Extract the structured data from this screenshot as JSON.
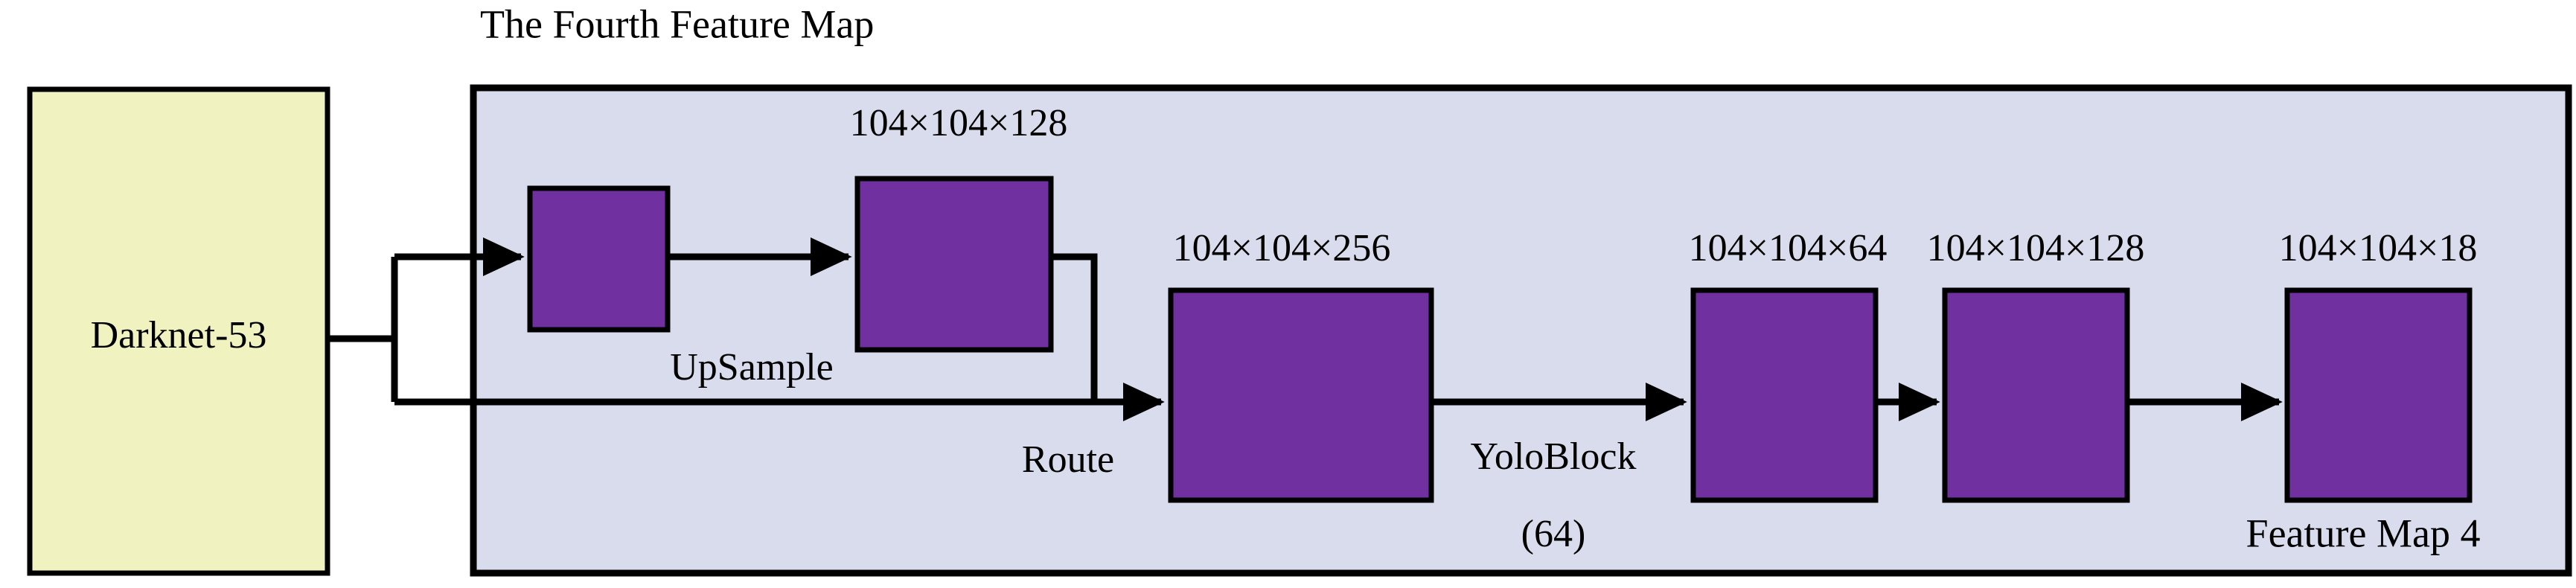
{
  "diagram": {
    "title": "The Fourth Feature Map",
    "backbone": {
      "label": "Darknet-53",
      "fill": "#F0F2C0"
    },
    "panel": {
      "fill": "#D9DCEC",
      "stroke": "#000000"
    },
    "block_fill": "#7030A0",
    "blocks": [
      {
        "id": "upsample-src",
        "dim_label": "",
        "op_label": ""
      },
      {
        "id": "upsample-out",
        "dim_label": "104×104×128",
        "op_label": "UpSample"
      },
      {
        "id": "route-out",
        "dim_label": "104×104×256",
        "op_label": "Route"
      },
      {
        "id": "yolo-out",
        "dim_label": "104×104×64",
        "op_label": ""
      },
      {
        "id": "conv-out",
        "dim_label": "104×104×128",
        "op_label": ""
      },
      {
        "id": "detect-out",
        "dim_label": "104×104×18",
        "op_label": "Feature Map 4"
      }
    ],
    "operations": {
      "upsample": "UpSample",
      "route": "Route",
      "yoloblock": "YoloBlock",
      "yoloblock_arg": "(64)",
      "output": "Feature Map 4"
    },
    "dims": {
      "d1": "104×104×128",
      "d2": "104×104×256",
      "d3": "104×104×64",
      "d4": "104×104×128",
      "d5": "104×104×18"
    }
  }
}
